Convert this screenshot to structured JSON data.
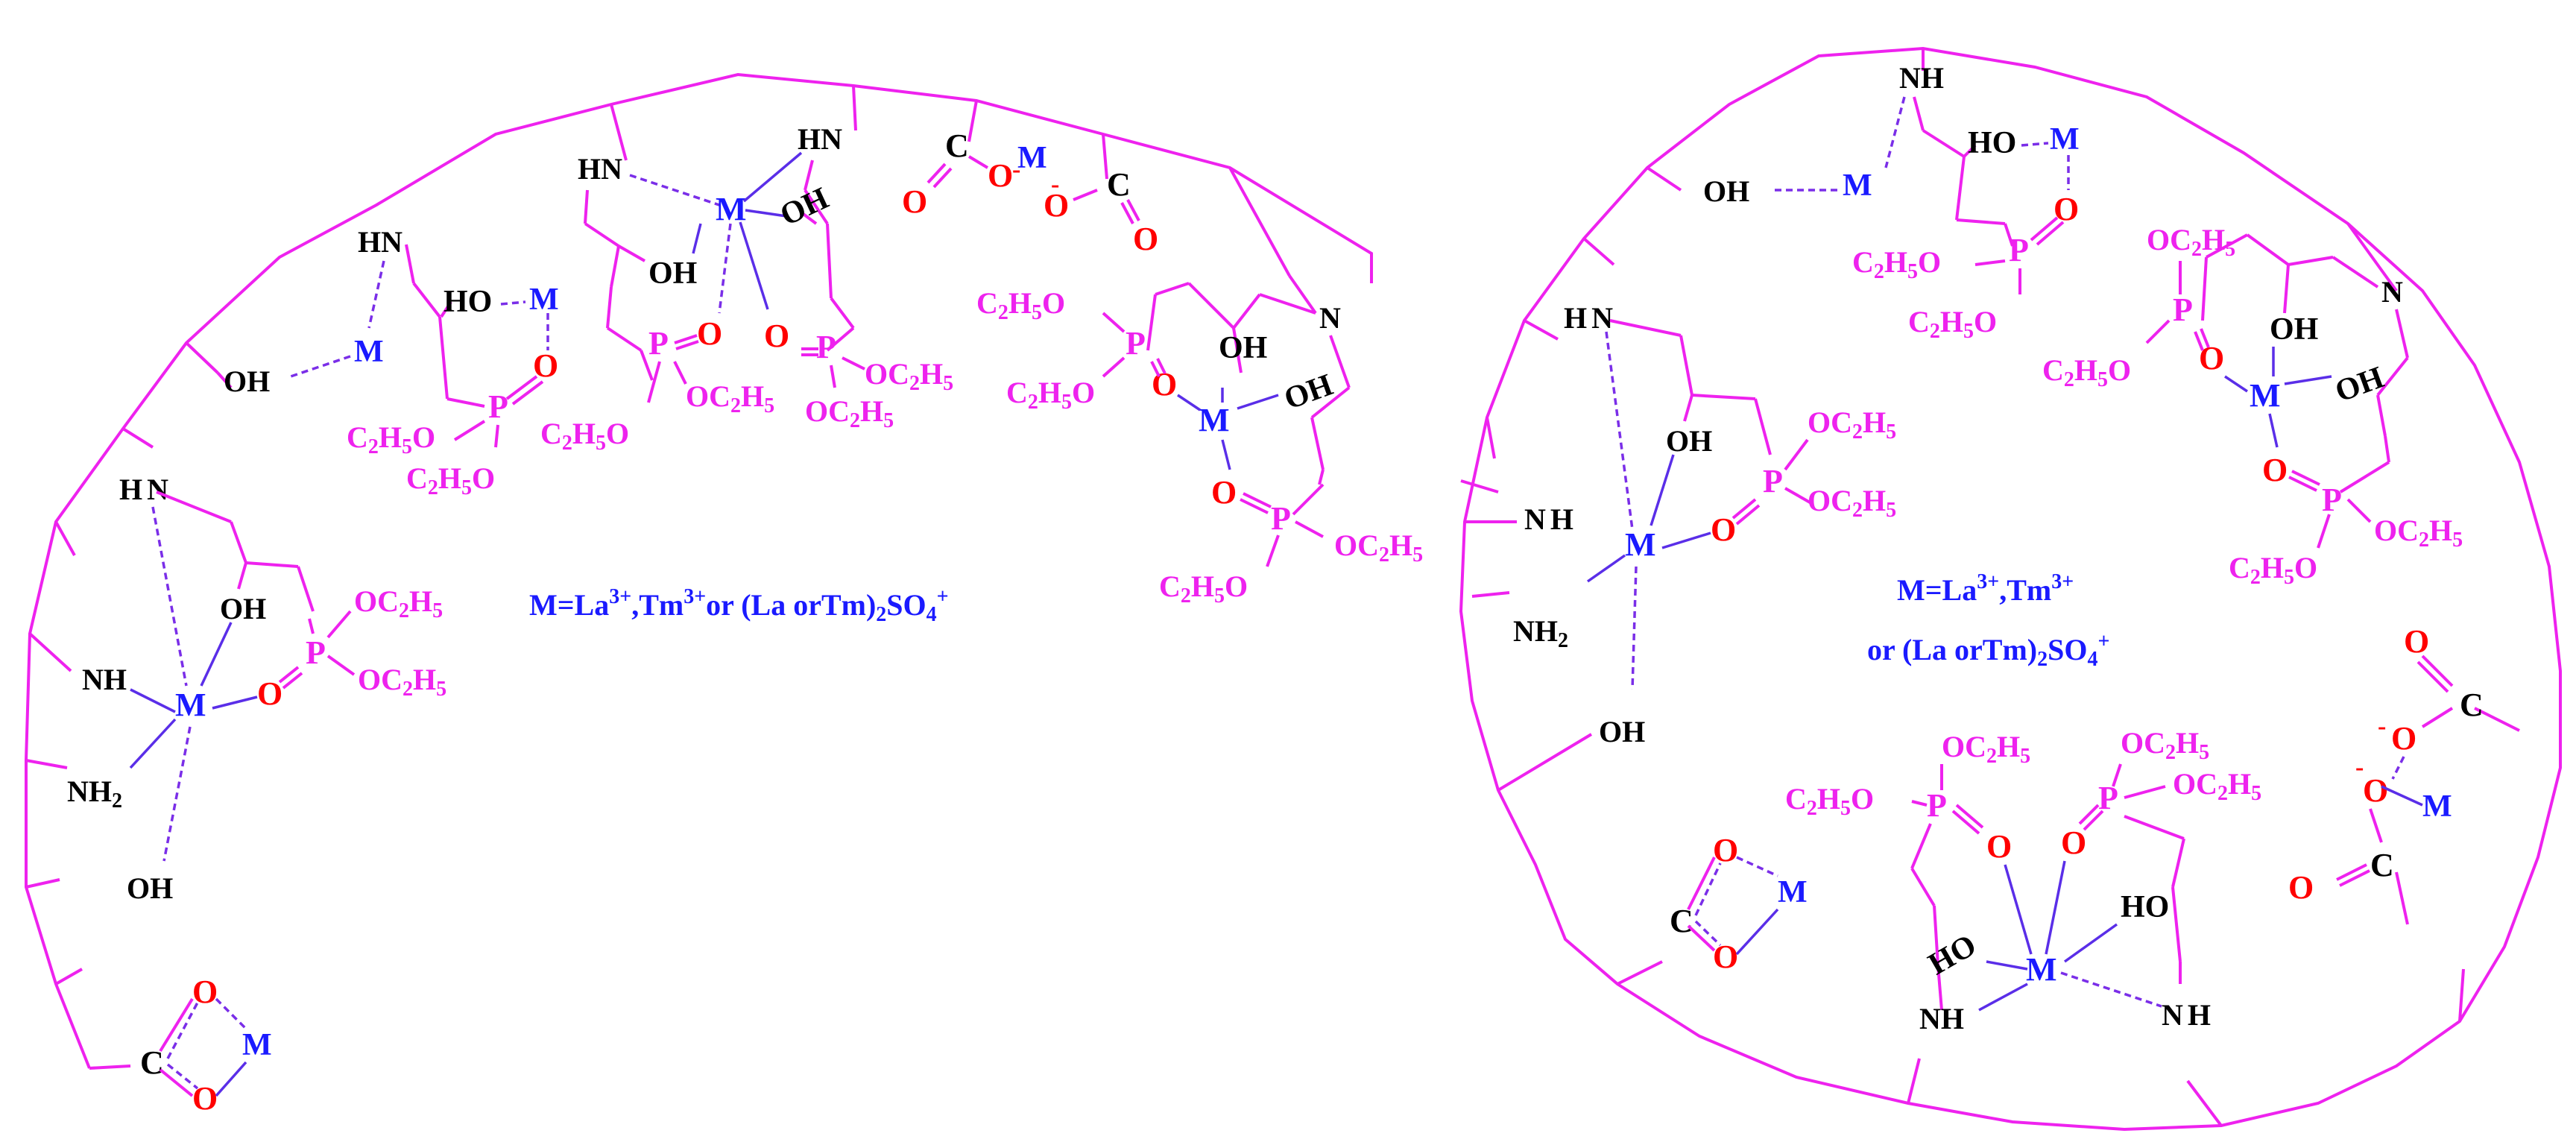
{
  "labels": {
    "metal": "M",
    "nh": "NH",
    "hn": "HN",
    "hn_split": [
      "H",
      "N"
    ],
    "nh_split": [
      "N",
      "H"
    ],
    "nh2_prefix": "NH",
    "nh2_sub": "2",
    "n": "N",
    "oh": "OH",
    "ho": "HO",
    "o": "O",
    "c": "C",
    "p": "P",
    "o_minus": "-",
    "c2": "C",
    "h5": "H",
    "sub2": "2",
    "sub5": "5",
    "oc2h5": [
      "OC",
      "2",
      "H",
      "5"
    ],
    "c2h5o": [
      "C",
      "2",
      "H",
      "5",
      "O"
    ]
  },
  "legend_left": {
    "prefix": "M=La",
    "la_sup": "3+",
    "mid": ",Tm",
    "tm_sup": "3+",
    "rest": "or (La orTm)",
    "sub2": "2",
    "so": "SO",
    "sub4": "4",
    "sup_plus": "+"
  },
  "legend_right": {
    "line1_prefix": "M=La",
    "line1_la_sup": "3+",
    "line1_mid": ",Tm",
    "line1_tm_sup": "3+",
    "line2_prefix": "or (La orTm)",
    "line2_sub2": "2",
    "line2_so": "SO",
    "line2_sub4": "4",
    "line2_sup_plus": "+"
  },
  "colors": {
    "polymer_backbone": "#ee22ee",
    "phosphonate_groups": "#ee22ee",
    "oxygen": "#ff0000",
    "metal": "#1a1aff",
    "amine_hydroxyl": "#000000",
    "coordination_bonds": "#5a2ee8"
  }
}
